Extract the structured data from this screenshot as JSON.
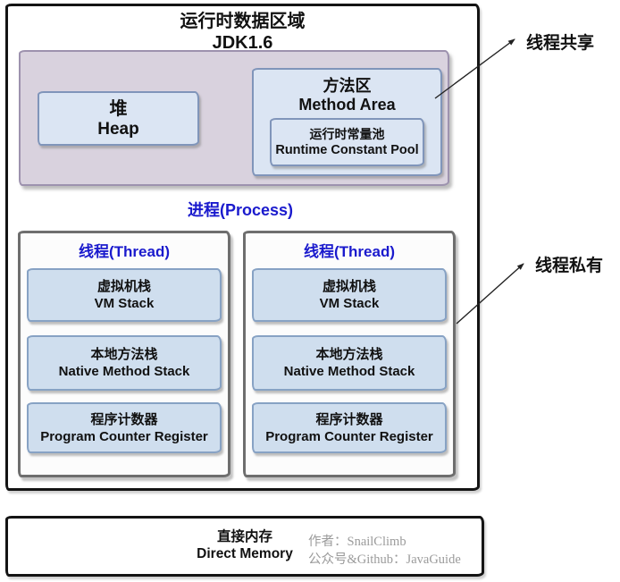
{
  "header": {
    "title": "运行时数据区域",
    "subtitle": "JDK1.6"
  },
  "shared_region": {
    "heap": {
      "zh": "堆",
      "en": "Heap"
    },
    "method_area": {
      "zh": "方法区",
      "en": "Method Area",
      "runtime_constant_pool": {
        "zh": "运行时常量池",
        "en": "Runtime Constant Pool"
      }
    }
  },
  "process_label": "进程(Process)",
  "threads": [
    {
      "title": "线程(Thread)",
      "blocks": [
        {
          "zh": "虚拟机栈",
          "en": "VM Stack"
        },
        {
          "zh": "本地方法栈",
          "en": "Native Method Stack"
        },
        {
          "zh": "程序计数器",
          "en": "Program Counter Register"
        }
      ]
    },
    {
      "title": "线程(Thread)",
      "blocks": [
        {
          "zh": "虚拟机栈",
          "en": "VM Stack"
        },
        {
          "zh": "本地方法栈",
          "en": "Native Method Stack"
        },
        {
          "zh": "程序计数器",
          "en": "Program Counter Register"
        }
      ]
    }
  ],
  "annotations": {
    "shared": "线程共享",
    "private": "线程私有"
  },
  "direct_memory": {
    "zh": "直接内存",
    "en": "Direct Memory"
  },
  "credits": {
    "line1": "作者：SnailClimb",
    "line2": "公众号&Github：JavaGuide"
  },
  "colors": {
    "shared_bg": "#d9d2de",
    "shared_border": "#9d92ae",
    "block_bg": "#dbe5f3",
    "block_border": "#8095ba",
    "thread_inner_bg": "#cfdeee",
    "thread_inner_border": "#87a2c4",
    "blue_text": "#1a1acd",
    "outline": "#141414",
    "credits_text": "#9b9b9b"
  }
}
